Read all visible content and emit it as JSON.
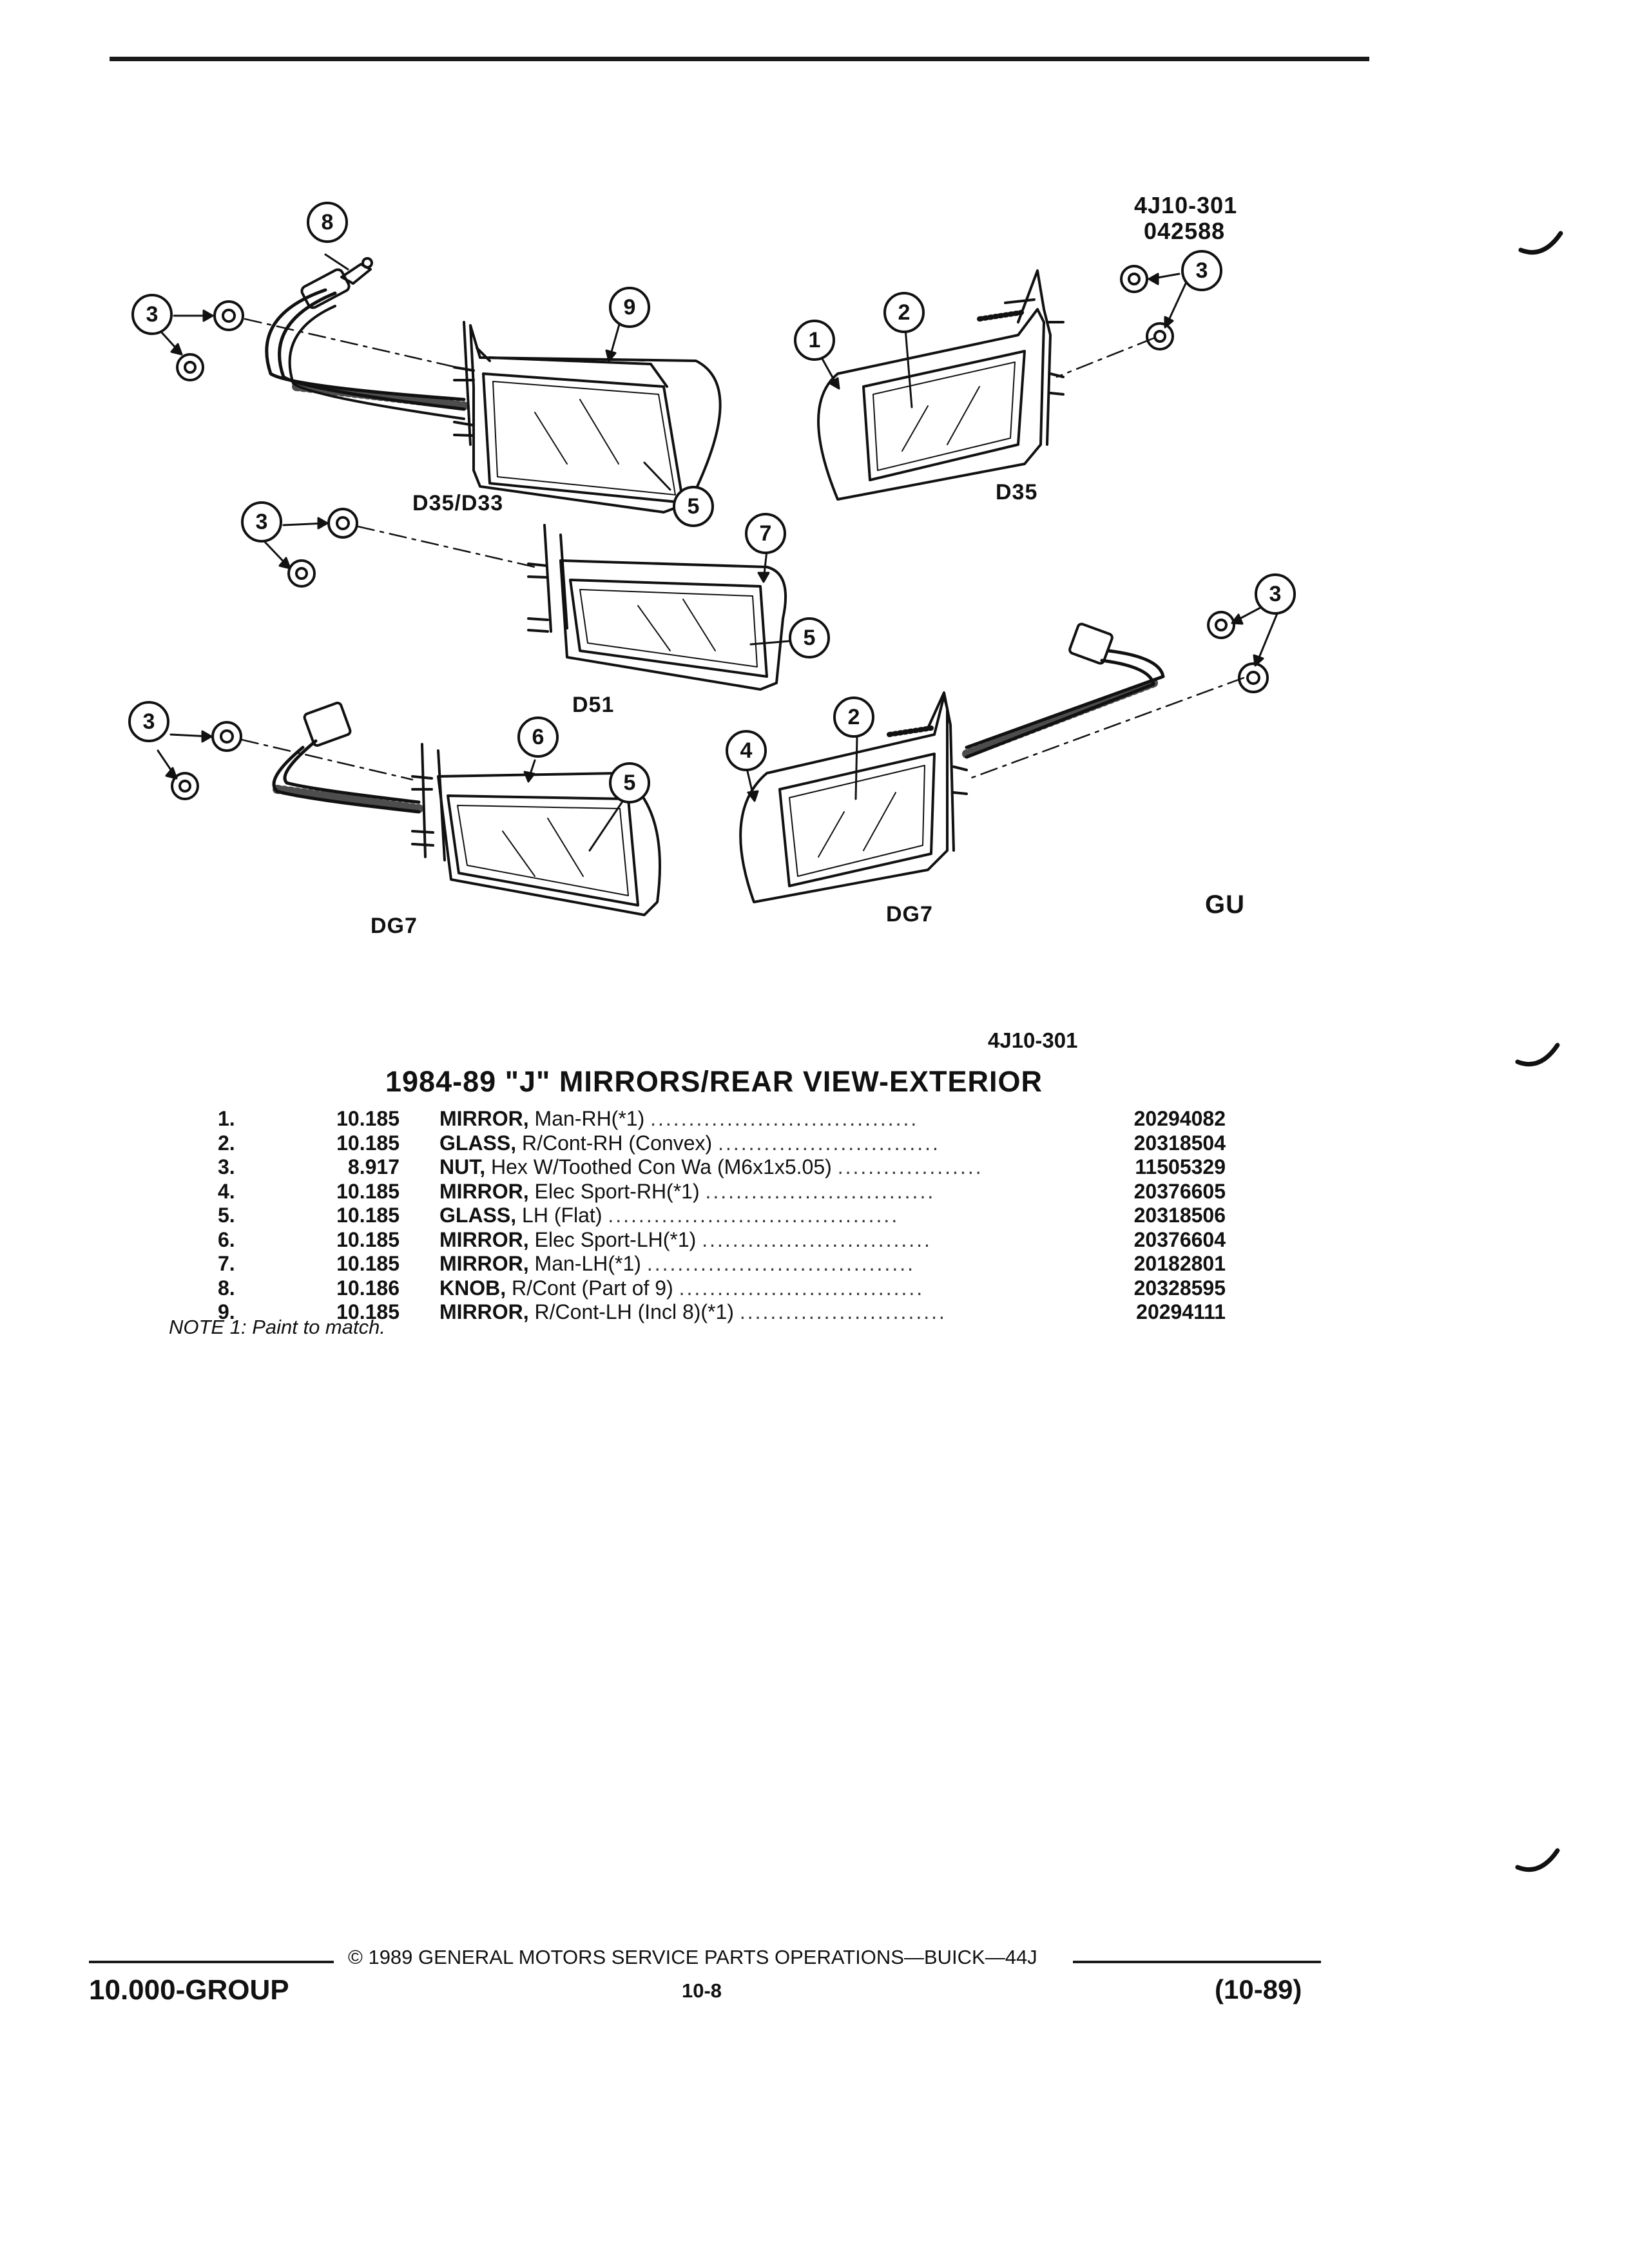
{
  "header": {
    "ref_code": "4J10-301",
    "ref_date": "042588"
  },
  "diagram": {
    "views": {
      "d35_d33": "D35/D33",
      "d35": "D35",
      "d51": "D51",
      "dg7_left": "DG7",
      "dg7_right": "DG7"
    },
    "callouts": [
      "1",
      "2",
      "3",
      "4",
      "5",
      "6",
      "7",
      "8",
      "9"
    ],
    "ref_code_bottom": "4J10-301",
    "logo_glyph": "GU"
  },
  "title": "1984-89 \"J\" MIRRORS/REAR VIEW-EXTERIOR",
  "parts": [
    {
      "num": "1.",
      "group": "10.185",
      "name": "MIRROR,",
      "detail": "Man-RH(*1)",
      "part": "20294082"
    },
    {
      "num": "2.",
      "group": "10.185",
      "name": "GLASS,",
      "detail": "R/Cont-RH (Convex)",
      "part": "20318504"
    },
    {
      "num": "3.",
      "group": "8.917",
      "name": "NUT,",
      "detail": "Hex W/Toothed Con Wa (M6x1x5.05)",
      "part": "11505329"
    },
    {
      "num": "4.",
      "group": "10.185",
      "name": "MIRROR,",
      "detail": "Elec Sport-RH(*1)",
      "part": "20376605"
    },
    {
      "num": "5.",
      "group": "10.185",
      "name": "GLASS,",
      "detail": "LH (Flat)",
      "part": "20318506"
    },
    {
      "num": "6.",
      "group": "10.185",
      "name": "MIRROR,",
      "detail": "Elec Sport-LH(*1)",
      "part": "20376604"
    },
    {
      "num": "7.",
      "group": "10.185",
      "name": "MIRROR,",
      "detail": "Man-LH(*1)",
      "part": "20182801"
    },
    {
      "num": "8.",
      "group": "10.186",
      "name": "KNOB,",
      "detail": "R/Cont (Part of 9)",
      "part": "20328595"
    },
    {
      "num": "9.",
      "group": "10.185",
      "name": "MIRROR,",
      "detail": "R/Cont-LH (Incl 8)(*1)",
      "part": "20294111"
    }
  ],
  "note": "NOTE 1: Paint to match.",
  "footer": {
    "group": "10.000-GROUP",
    "copyright": "© 1989 GENERAL MOTORS SERVICE PARTS OPERATIONS—BUICK—44J",
    "page": "10-8",
    "date": "(10-89)"
  },
  "colors": {
    "ink": "#111111",
    "paper": "#ffffff"
  }
}
